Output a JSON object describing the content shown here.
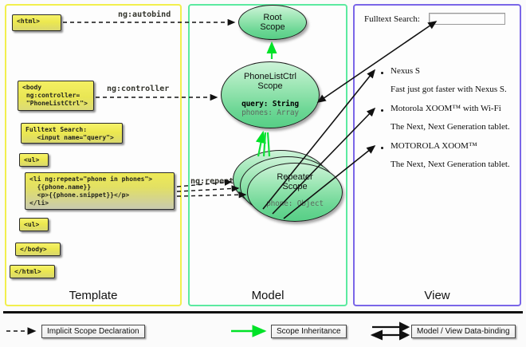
{
  "columns": [
    {
      "key": "template",
      "label": "Template",
      "border_color": "#f2ef4d"
    },
    {
      "key": "model",
      "label": "Model",
      "border_color": "#5ceaa0"
    },
    {
      "key": "view",
      "label": "View",
      "border_color": "#7a66e8"
    }
  ],
  "template": {
    "boxes": [
      {
        "name": "html-open-tag",
        "text": "<html>"
      },
      {
        "name": "body-open-tag",
        "text": "<body\n ng:controller=\n \"PhoneListCtrl\">"
      },
      {
        "name": "search-input-markup",
        "text": "Fulltext Search:\n   <input name=\"query\">"
      },
      {
        "name": "ul-open-tag",
        "text": "<ul>"
      },
      {
        "name": "li-repeat-markup",
        "text": "<li ng:repeat=\"phone in phones\">\n  {{phone.name}}\n  <p>{{phone.snippet}}</p>\n</li>"
      },
      {
        "name": "ul-close-tag",
        "text": "<ul>"
      },
      {
        "name": "body-close-tag",
        "text": "</body>"
      },
      {
        "name": "html-close-tag",
        "text": "</html>"
      }
    ],
    "annotations": [
      {
        "name": "ng-autobind-label",
        "text": "ng:autobind"
      },
      {
        "name": "ng-controller-label",
        "text": "ng:controller"
      },
      {
        "name": "ng-repeat-label",
        "text": "ng:repeat"
      }
    ]
  },
  "model": {
    "scopes": [
      {
        "name": "root-scope",
        "title_line1": "Root",
        "title_line2": "Scope",
        "fields": []
      },
      {
        "name": "phonelistctrl-scope",
        "title_line1": "PhoneListCtrl",
        "title_line2": "Scope",
        "fields": [
          {
            "text": "query: String",
            "style": "strong"
          },
          {
            "text": "phones: Array",
            "style": "dim"
          }
        ]
      },
      {
        "name": "repeater-scope",
        "title_line1": "Repeater",
        "title_line2": "Scope",
        "fields": [
          {
            "text": "phone: Object",
            "style": "dim"
          }
        ]
      }
    ],
    "repeater_stack_count": 3
  },
  "view": {
    "search_label": "Fulltext Search:",
    "search_value": "",
    "phones": [
      {
        "name": "Nexus S",
        "snippet": "Fast just got faster with Nexus S."
      },
      {
        "name": "Motorola XOOM™  with Wi-Fi",
        "snippet": "The Next, Next Generation tablet."
      },
      {
        "name": "MOTOROLA XOOM™",
        "snippet": "The Next, Next Generation tablet."
      }
    ]
  },
  "legend": {
    "items": [
      {
        "name": "legend-implicit-scope-declaration",
        "label": "Implicit Scope Declaration",
        "arrow": "dashed-black",
        "color": "#111111"
      },
      {
        "name": "legend-scope-inheritance",
        "label": "Scope Inheritance",
        "arrow": "solid-green",
        "color": "#00e227"
      },
      {
        "name": "legend-data-binding",
        "label": "Model / View Data-binding",
        "arrow": "double-black",
        "color": "#111111"
      }
    ]
  }
}
